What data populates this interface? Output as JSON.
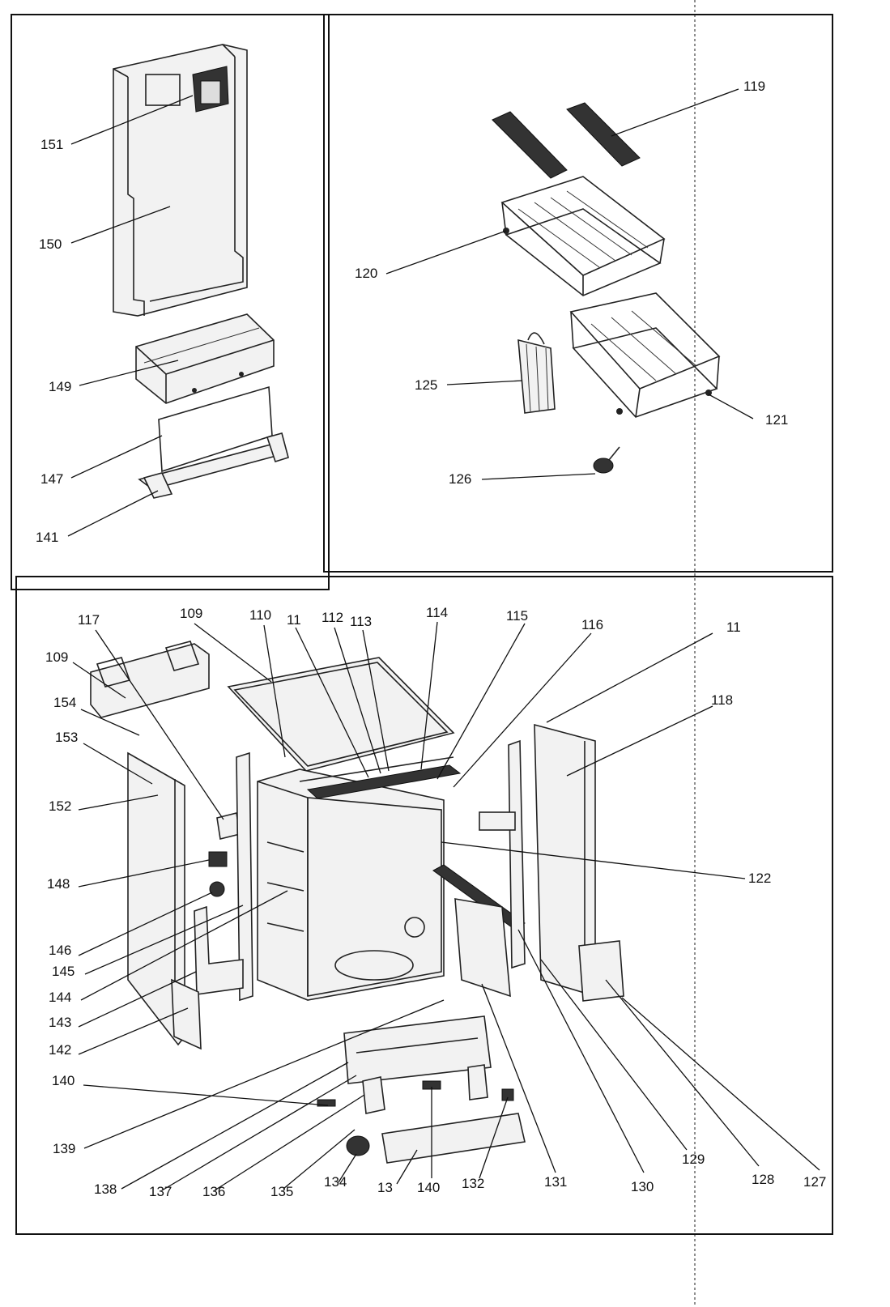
{
  "panels": {
    "top_left": {
      "labels": [
        "151",
        "150",
        "149",
        "147",
        "141"
      ]
    },
    "top_right": {
      "labels": [
        "119",
        "120",
        "125",
        "121",
        "126"
      ]
    },
    "bottom": {
      "labels": [
        "117",
        "109",
        "109",
        "110",
        "11",
        "112",
        "113",
        "114",
        "115",
        "116",
        "11",
        "118",
        "154",
        "153",
        "152",
        "148",
        "146",
        "145",
        "144",
        "143",
        "142",
        "140",
        "139",
        "122",
        "138",
        "137",
        "136",
        "135",
        "134",
        "13",
        "140",
        "132",
        "131",
        "130",
        "129",
        "128",
        "127"
      ]
    }
  }
}
